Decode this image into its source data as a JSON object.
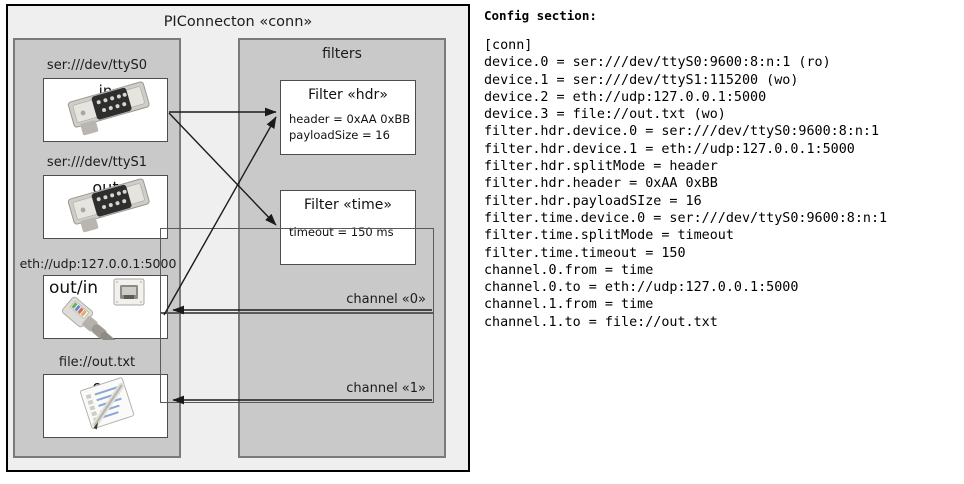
{
  "diagram": {
    "title": "PIConnecton «conn»",
    "devices_panel": {
      "name": "devices",
      "items": [
        {
          "caption": "ser:///dev/ttyS0",
          "label": "in",
          "icon": "serial-port-icon"
        },
        {
          "caption": "ser:///dev/ttyS1",
          "label": "out",
          "icon": "serial-port-icon"
        },
        {
          "caption": "eth://udp:127.0.0.1:5000",
          "label": "out/in",
          "icon": "ethernet-plug-icon"
        },
        {
          "caption": "file://out.txt",
          "label": "out",
          "icon": "notepad-pen-icon"
        }
      ]
    },
    "filters_panel": {
      "title": "filters",
      "filters": [
        {
          "title": "Filter «hdr»",
          "attrs": [
            "header = 0xAA 0xBB",
            "payloadSize = 16"
          ]
        },
        {
          "title": "Filter «time»",
          "attrs": [
            "timeout = 150 ms"
          ]
        }
      ],
      "channels": [
        {
          "label": "channel «0»"
        },
        {
          "label": "channel «1»"
        }
      ]
    }
  },
  "config": {
    "heading": "Config section:",
    "lines": [
      "[conn]",
      "device.0 = ser:///dev/ttyS0:9600:8:n:1 (ro)",
      "device.1 = ser:///dev/ttyS1:115200 (wo)",
      "device.2 = eth://udp:127.0.0.1:5000",
      "device.3 = file://out.txt (wo)",
      "filter.hdr.device.0 = ser:///dev/ttyS0:9600:8:n:1",
      "filter.hdr.device.1 = eth://udp:127.0.0.1:5000",
      "filter.hdr.splitMode = header",
      "filter.hdr.header = 0xAA 0xBB",
      "filter.hdr.payloadSIze = 16",
      "filter.time.device.0 = ser:///dev/ttyS0:9600:8:n:1",
      "filter.time.splitMode = timeout",
      "filter.time.timeout = 150",
      "channel.0.from = time",
      "channel.0.to = eth://udp:127.0.0.1:5000",
      "channel.1.from = time",
      "channel.1.to = file://out.txt"
    ]
  },
  "colors": {
    "frame_border": "#000000",
    "frame_fill": "#efefef",
    "panel_fill": "#c9c9c9",
    "panel_border": "#7a7a7a",
    "tile_fill": "#ffffff",
    "tile_border": "#4d4d4d",
    "arrow": "#1a1a1a"
  }
}
